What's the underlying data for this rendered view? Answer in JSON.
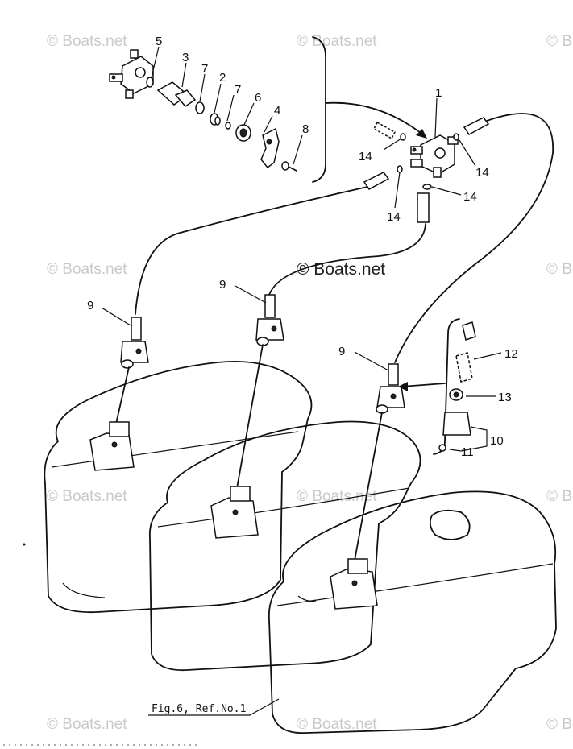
{
  "watermarks": {
    "small": "© Boats.net",
    "center": "© Boats.net"
  },
  "figure_ref": "Fig.6, Ref.No.1",
  "callouts": {
    "n1": "1",
    "n2": "2",
    "n3": "3",
    "n4": "4",
    "n5": "5",
    "n6": "6",
    "n7": "7",
    "n8": "8",
    "n9": "9",
    "n10": "10",
    "n11": "11",
    "n12": "12",
    "n13": "13",
    "n14": "14"
  }
}
